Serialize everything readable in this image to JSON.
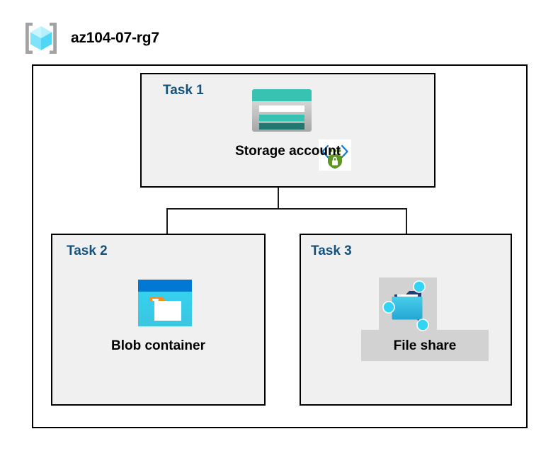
{
  "header": {
    "icon": "resource-group-icon",
    "title": "az104-07-rg7"
  },
  "diagram": {
    "boundary_label": "resource-group-boundary",
    "tasks": [
      {
        "id": "task1",
        "label": "Task 1",
        "node_caption": "Storage account",
        "icons": [
          "storage-account-icon",
          "secure-endpoint-icon"
        ],
        "highlighted": false
      },
      {
        "id": "task2",
        "label": "Task 2",
        "node_caption": "Blob container",
        "icons": [
          "blob-container-icon"
        ],
        "highlighted": false
      },
      {
        "id": "task3",
        "label": "Task 3",
        "node_caption": "File share",
        "icons": [
          "file-share-icon"
        ],
        "highlighted": true
      }
    ],
    "connections": [
      {
        "from": "Storage account",
        "to": "Blob container"
      },
      {
        "from": "Storage account",
        "to": "File share"
      }
    ]
  },
  "colors": {
    "task_label": "#14527e",
    "box_fill": "#f0f0f0",
    "page_bg": "#ffffff",
    "border": "#000000",
    "connector": "#1a1a1a",
    "highlight_bg": "#d2d2d2",
    "storage_teal": "#37c2b1",
    "storage_teal_dark": "#22786e",
    "blob_blue": "#0078d4",
    "blob_cyan": "#32d4f5",
    "blob_orange": "#f78d1e",
    "fileshare_blue": "#32bedd",
    "fileshare_navy": "#1f3d78",
    "shield_green": "#5e9624",
    "cube_cyan": "#9becfd",
    "bracket_gray": "#a0a0a0"
  }
}
